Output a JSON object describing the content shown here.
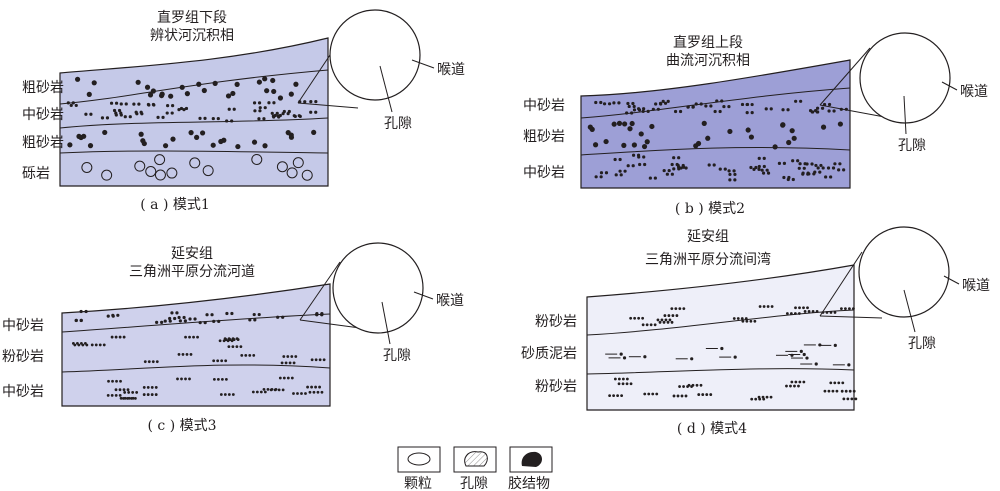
{
  "panels": [
    {
      "title_line1": "直罗组下段",
      "title_line2": "辨状河沉积相",
      "layers": [
        "粗砂岩",
        "中砂岩",
        "粗砂岩",
        "砾岩"
      ],
      "caption": "( a ) 模式1",
      "pore_label": "孔隙",
      "throat_label": "喉道",
      "fill": "#c5c9e8"
    },
    {
      "title_line1": "直罗组上段",
      "title_line2": "曲流河沉积相",
      "layers": [
        "中砂岩",
        "粗砂岩",
        "中砂岩"
      ],
      "caption": "( b ) 模式2",
      "pore_label": "孔隙",
      "throat_label": "喉道",
      "fill": "#9d9fd6"
    },
    {
      "title_line1": "延安组",
      "title_line2": "三角洲平原分流河道",
      "layers": [
        "中砂岩",
        "粉砂岩",
        "中砂岩"
      ],
      "caption": "( c ) 模式3",
      "pore_label": "孔隙",
      "throat_label": "喉道",
      "fill": "#cfd1ec"
    },
    {
      "title_line1": "延安组",
      "title_line2": "三角洲平原分流间湾",
      "layers": [
        "粉砂岩",
        "砂质泥岩",
        "粉砂岩"
      ],
      "caption": "( d ) 模式4",
      "pore_label": "孔隙",
      "throat_label": "喉道",
      "fill": "#eeeff9"
    }
  ],
  "legend": [
    {
      "label": "颗粒",
      "icon": "grain-icon"
    },
    {
      "label": "孔隙",
      "icon": "pore-icon"
    },
    {
      "label": "胶结物",
      "icon": "cement-icon"
    }
  ]
}
